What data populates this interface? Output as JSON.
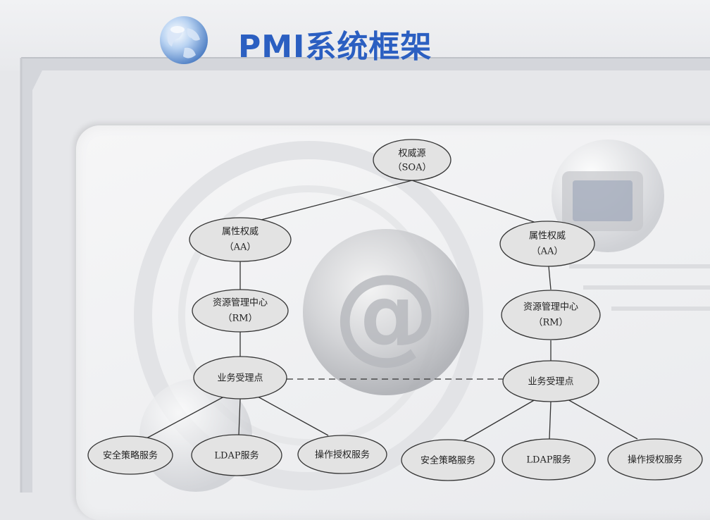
{
  "slide": {
    "title": "PMI系统框架",
    "title_color": "#2b5fc1",
    "icon": "globe-icon"
  },
  "diagram": {
    "root": {
      "line1": "权威源",
      "line2": "（SOA）"
    },
    "left": {
      "aa": {
        "line1": "属性权威",
        "line2": "（AA）"
      },
      "rm": {
        "line1": "资源管理中心",
        "line2": "（RM）"
      },
      "access_point": "业务受理点",
      "services": [
        "安全策略服务",
        "LDAP服务",
        "操作授权服务"
      ]
    },
    "right": {
      "aa": {
        "line1": "属性权威",
        "line2": "（AA）"
      },
      "rm": {
        "line1": "资源管理中心",
        "line2": "（RM）"
      },
      "access_point": "业务受理点",
      "services": [
        "安全策略服务",
        "LDAP服务",
        "操作授权服务"
      ]
    }
  }
}
